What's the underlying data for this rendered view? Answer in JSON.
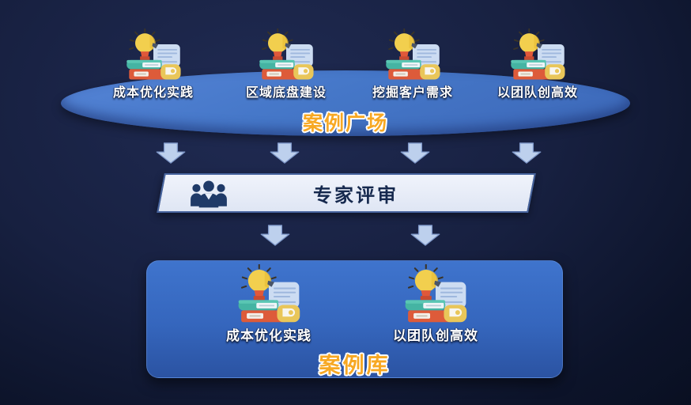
{
  "diagram": {
    "plaza": {
      "title": "案例广场",
      "items": [
        {
          "label": "成本优化实践",
          "icon": "lightbulb-books-icon"
        },
        {
          "label": "区域底盘建设",
          "icon": "lightbulb-books-icon"
        },
        {
          "label": "挖掘客户需求",
          "icon": "lightbulb-books-icon"
        },
        {
          "label": "以团队创高效",
          "icon": "lightbulb-books-icon"
        }
      ]
    },
    "review": {
      "title": "专家评审",
      "icon": "experts-group-icon"
    },
    "library": {
      "title": "案例库",
      "items": [
        {
          "label": "成本优化实践",
          "icon": "lightbulb-books-icon"
        },
        {
          "label": "以团队创高效",
          "icon": "lightbulb-books-icon"
        }
      ]
    },
    "flow": {
      "top_arrows": 4,
      "bottom_arrows": 2,
      "arrow_icon": "down-arrow-icon"
    },
    "colors": {
      "background_top": "#1b2548",
      "background_bottom": "#060b18",
      "ellipse_fill": "#4577c8",
      "accent_title": "#f7a823",
      "review_bar_fill": "#e7edf8",
      "review_text": "#16294e",
      "library_fill": "#3566bd",
      "arrow_fill": "#bdd0ed",
      "item_label_text": "#ffffff"
    }
  }
}
